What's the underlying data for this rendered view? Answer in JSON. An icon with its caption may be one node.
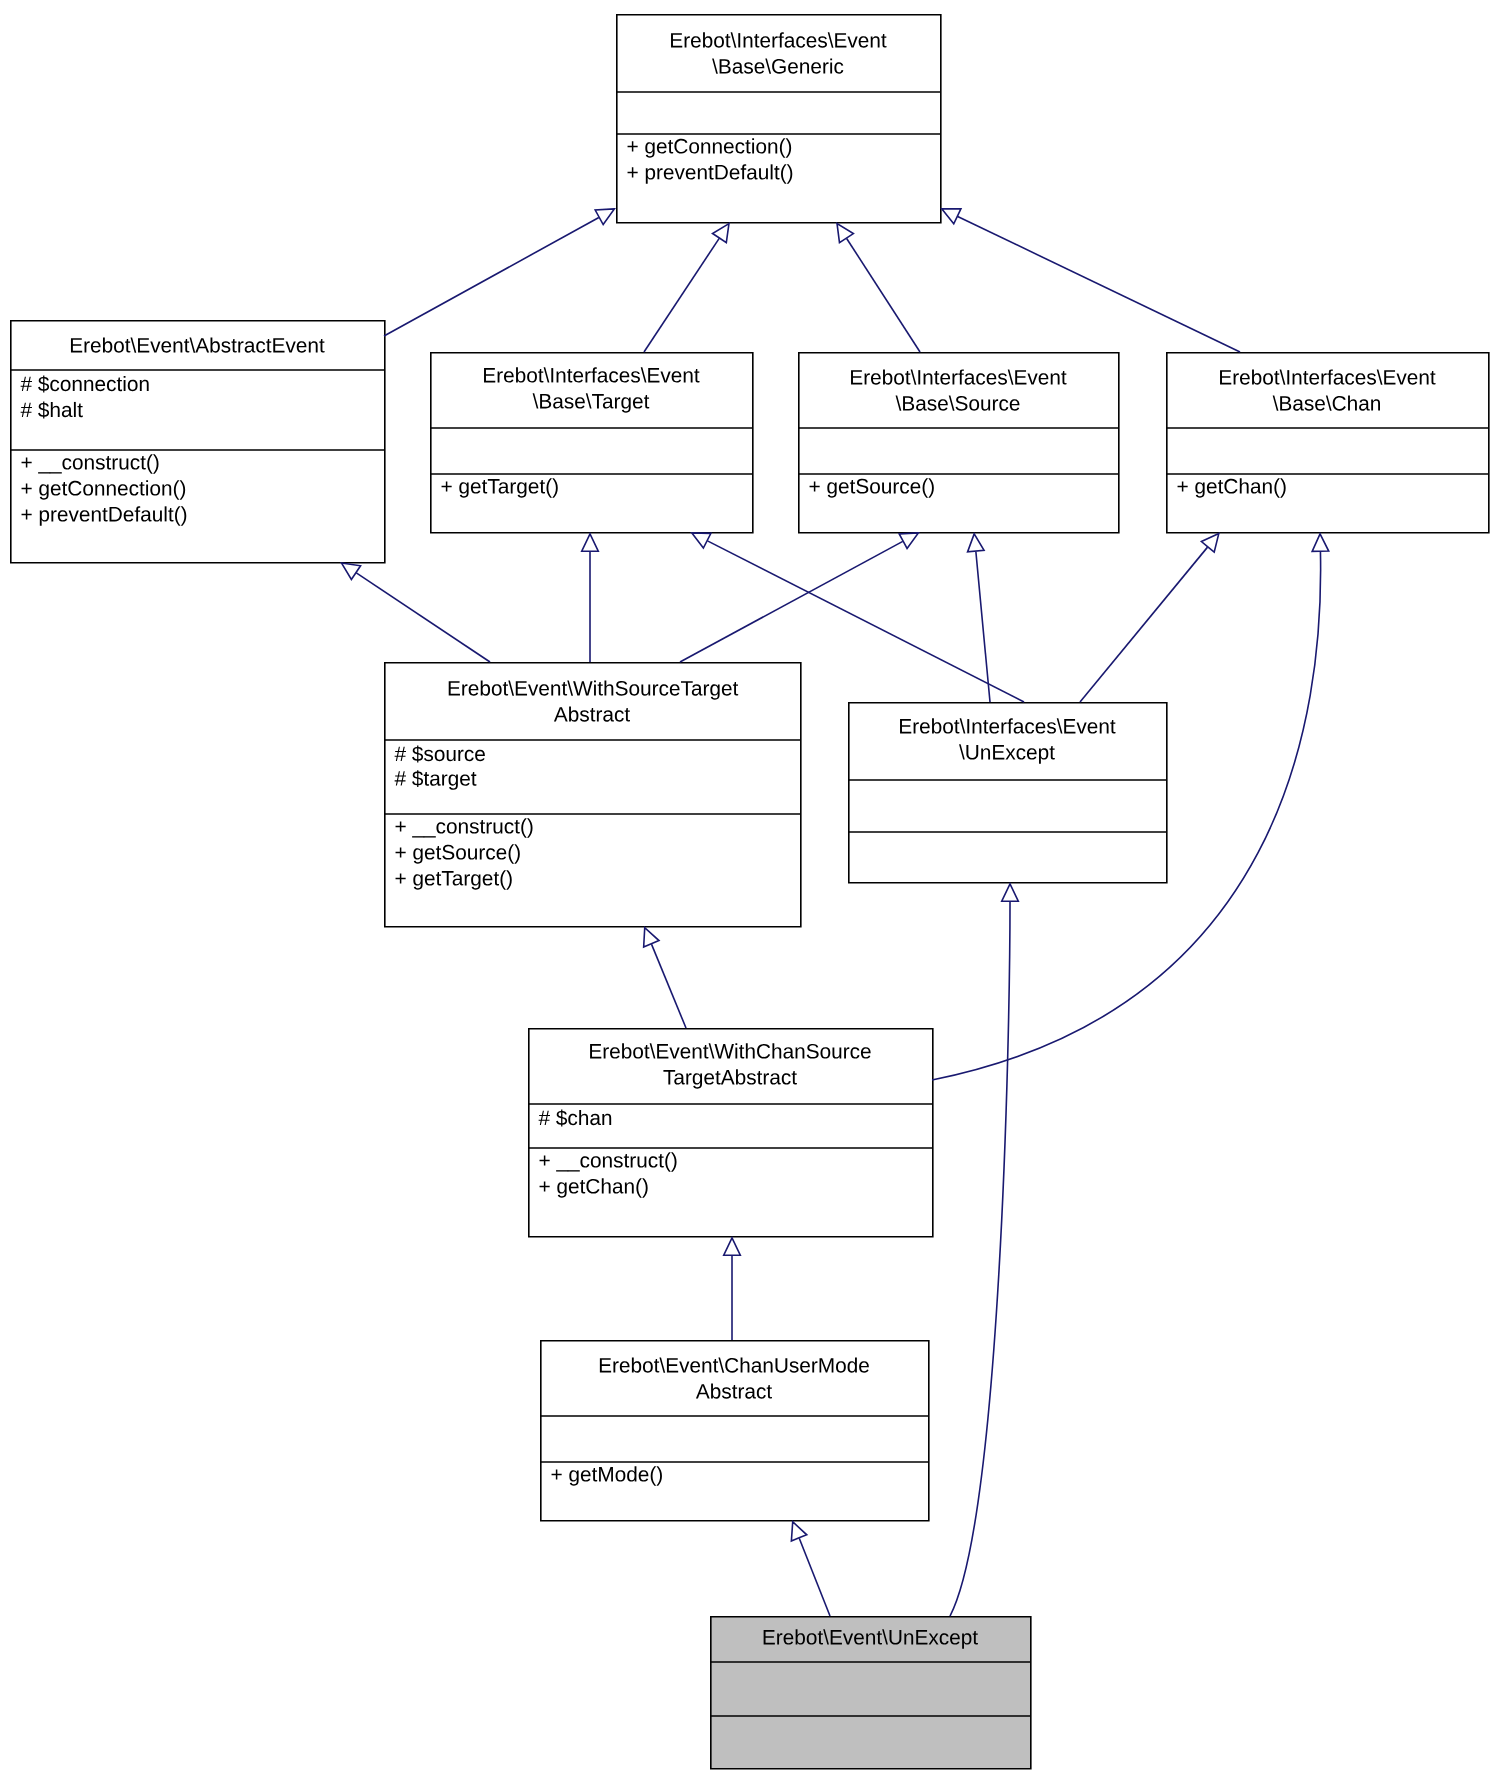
{
  "diagram": {
    "nodes": [
      {
        "text": [
          "Erebot\\Interfaces\\Event \\Base\\Generic",
          "+ getConnection()",
          "+ preventDefault()"
        ]
      },
      {
        "text": [
          "Erebot\\Event\\AbstractEvent",
          "# $connection",
          "# $halt",
          "+ __construct()",
          "+ getConnection()",
          "+ preventDefault()"
        ]
      },
      {
        "text": [
          "Erebot\\Interfaces\\Event \\Base\\Target",
          "+ getTarget()"
        ]
      },
      {
        "text": [
          "Erebot\\Interfaces\\Event \\Base\\Source",
          "+ getSource()"
        ]
      },
      {
        "text": [
          "Erebot\\Interfaces\\Event \\Base\\Chan",
          "+ getChan()"
        ]
      },
      {
        "text": [
          "Erebot\\Event\\WithSourceTarget Abstract",
          "# $source",
          "# $target",
          "+ __construct()",
          "+ getSource()",
          "+ getTarget()"
        ]
      },
      {
        "text": [
          "Erebot\\Interfaces\\Event \\UnExcept"
        ]
      },
      {
        "text": [
          "Erebot\\Event\\WithChanSource TargetAbstract",
          "# $chan",
          "+ __construct()",
          "+ getChan()"
        ]
      },
      {
        "text": [
          "Erebot\\Event\\ChanUserMode Abstract",
          "+ getMode()"
        ]
      },
      {
        "text": [
          "Erebot\\Event\\UnExcept"
        ]
      }
    ],
    "edges": [
      {
        "from": 1,
        "to": 0,
        "arrow": "to"
      },
      {
        "from": 2,
        "to": 0,
        "arrow": "to"
      },
      {
        "from": 3,
        "to": 0,
        "arrow": "to"
      },
      {
        "from": 4,
        "to": 0,
        "arrow": "to"
      },
      {
        "from": 5,
        "to": 1,
        "arrow": "to"
      },
      {
        "from": 5,
        "to": 2,
        "arrow": "to"
      },
      {
        "from": 5,
        "to": 3,
        "arrow": "to"
      },
      {
        "from": 6,
        "to": 2,
        "arrow": "to"
      },
      {
        "from": 6,
        "to": 3,
        "arrow": "to"
      },
      {
        "from": 6,
        "to": 4,
        "arrow": "to"
      },
      {
        "from": 7,
        "to": 5,
        "arrow": "to"
      },
      {
        "from": 7,
        "to": 4,
        "arrow": "to"
      },
      {
        "from": 8,
        "to": 7,
        "arrow": "to"
      },
      {
        "from": 9,
        "to": 8,
        "arrow": "to"
      },
      {
        "from": 9,
        "to": 6,
        "arrow": "to"
      }
    ]
  }
}
